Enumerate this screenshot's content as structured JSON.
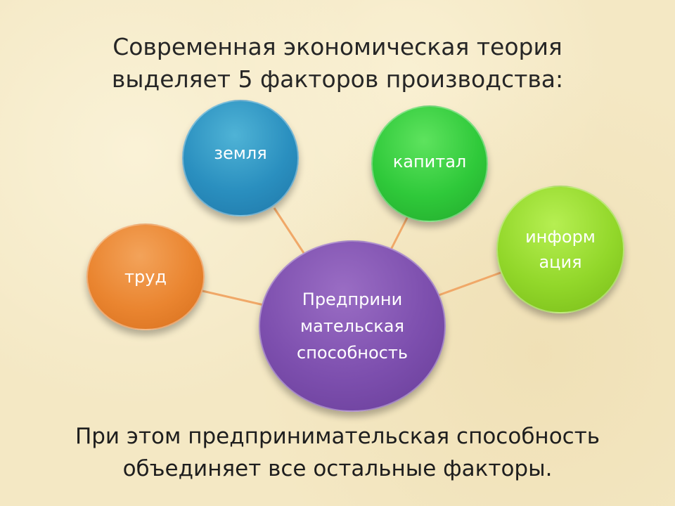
{
  "title": {
    "line1": "Современная экономическая теория",
    "line2": "выделяет 5 факторов производства:"
  },
  "diagram": {
    "center": {
      "label": "Предприни\nмательская\nспособность",
      "color": "#7d4fae"
    },
    "factors": [
      {
        "id": "land",
        "label": "земля",
        "color": "#2a8fbf"
      },
      {
        "id": "capital",
        "label": "капитал",
        "color": "#2fc93a"
      },
      {
        "id": "information",
        "label": "информ\nация",
        "color": "#92d72a"
      },
      {
        "id": "labor",
        "label": "труд",
        "color": "#ea8530"
      }
    ],
    "connector_color": "#f0a868"
  },
  "footer": {
    "line1": "При этом предпринимательская способность",
    "line2": "объединяет все остальные факторы."
  }
}
